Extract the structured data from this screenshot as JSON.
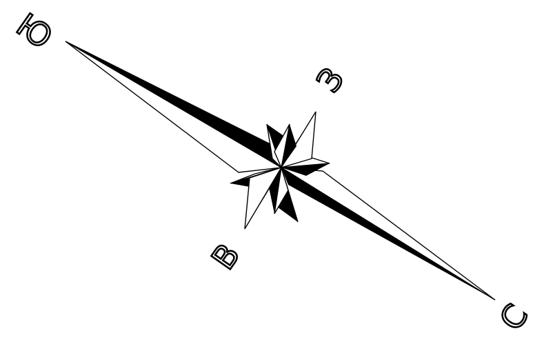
{
  "compass": {
    "labels": {
      "south": "Ю",
      "west": "З",
      "east": "В",
      "north": "С"
    },
    "colors": {
      "ink": "#000000",
      "paper": "#ffffff"
    }
  }
}
